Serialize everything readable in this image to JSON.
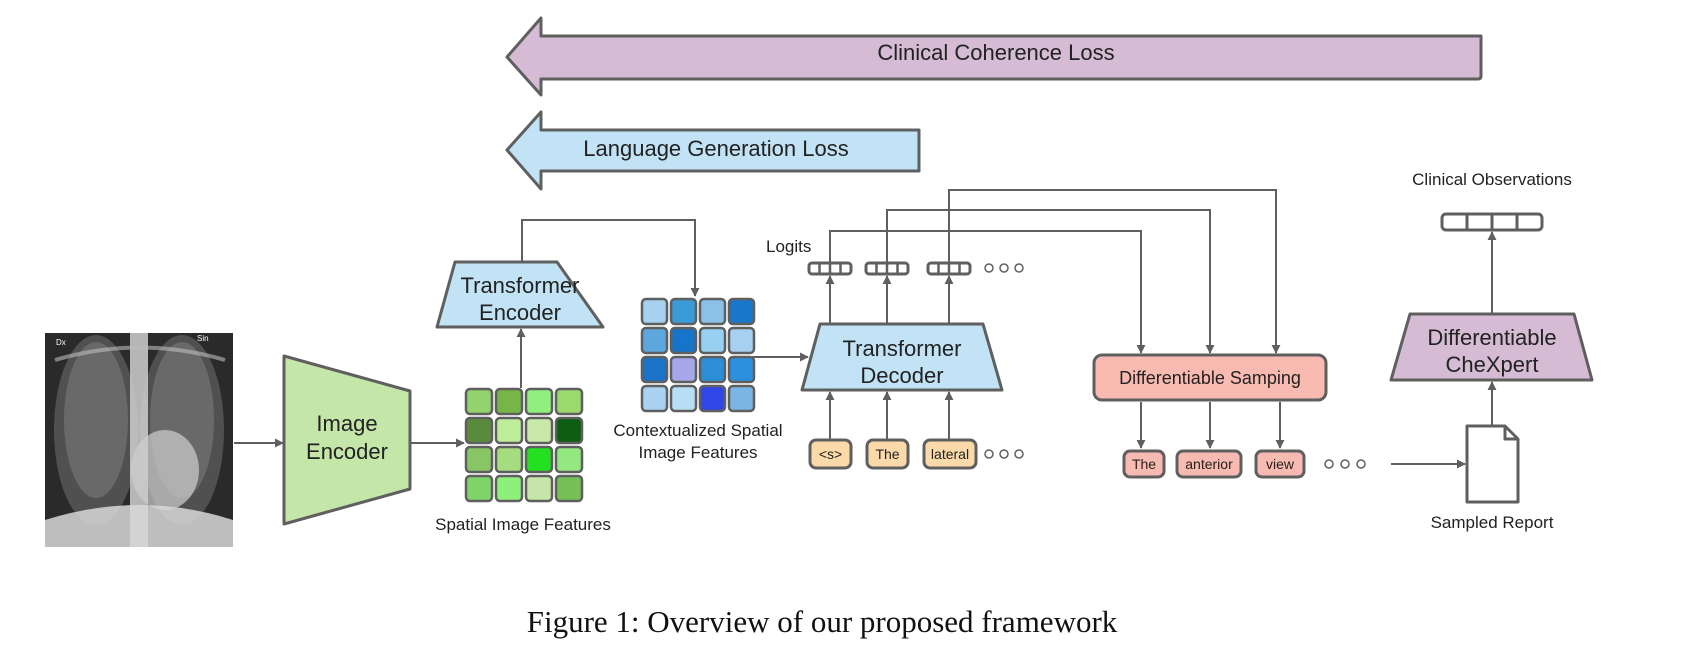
{
  "losses": {
    "clinical_coherence": "Clinical Coherence Loss",
    "language_generation": "Language Generation Loss"
  },
  "xray": {
    "corner_left": "Dx",
    "corner_right": "Sin"
  },
  "blocks": {
    "image_encoder": [
      "Image",
      "Encoder"
    ],
    "transformer_encoder": [
      "Transformer",
      "Encoder"
    ],
    "transformer_decoder": [
      "Transformer",
      "Decoder"
    ],
    "differentiable_sampling": "Differentiable Samping",
    "differentiable_chexpert": [
      "Differentiable",
      "CheXpert"
    ]
  },
  "labels": {
    "spatial_features": "Spatial Image Features",
    "contextualized_features": [
      "Contextualized Spatial",
      "Image Features"
    ],
    "logits": "Logits",
    "clinical_observations": "Clinical Observations",
    "sampled_report": "Sampled Report"
  },
  "input_tokens": [
    "<s>",
    "The",
    "lateral"
  ],
  "sampled_tokens": [
    "The",
    "anterior",
    "view"
  ],
  "caption": "Figure 1: Overview of our proposed framework",
  "colors": {
    "purple": "#d5bcd4",
    "light_blue": "#c2e3f5",
    "green": "#c4e6a8",
    "salmon": "#f9bab1",
    "peach": "#fcd9a8",
    "stroke": "#5f5f5f"
  },
  "spatial_grid_colors": [
    [
      "#93d36d",
      "#76b547",
      "#8ff07e",
      "#9bd86e"
    ],
    [
      "#5a8a3c",
      "#bfee9a",
      "#c8e8aa",
      "#0d5e12"
    ],
    [
      "#88c665",
      "#a5dc80",
      "#25e020",
      "#93e882"
    ],
    [
      "#7fd467",
      "#8ef07b",
      "#c5e6a8",
      "#76c057"
    ]
  ],
  "context_grid_colors": [
    [
      "#a6d2ef",
      "#3a9bd6",
      "#8dc0e6",
      "#1978cc"
    ],
    [
      "#5ea7dc",
      "#1775c9",
      "#97d0f1",
      "#a7cfef"
    ],
    [
      "#1a73c8",
      "#a6a6ea",
      "#2b8ed7",
      "#2d90df"
    ],
    [
      "#a8d2f0",
      "#b8def4",
      "#3047e8",
      "#7bb5e6"
    ]
  ]
}
